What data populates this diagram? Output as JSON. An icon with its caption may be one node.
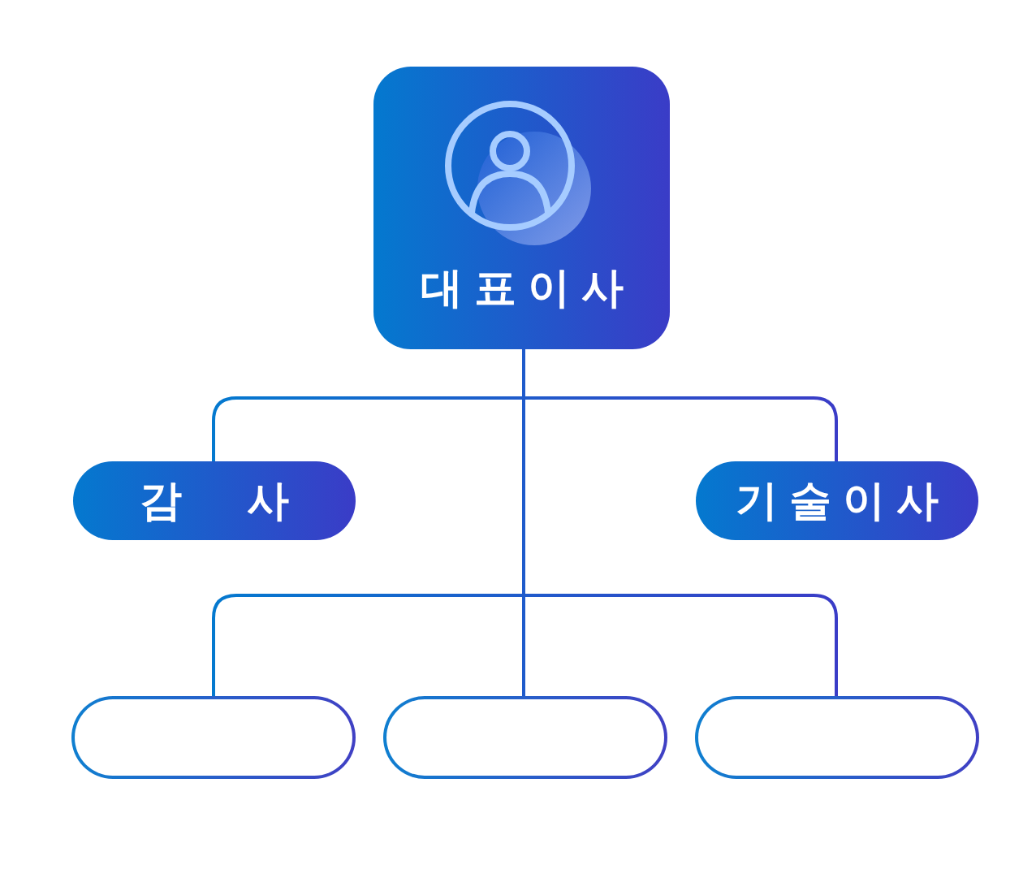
{
  "diagram": {
    "nodes": [
      {
        "text": [
          "대표이사"
        ]
      },
      {
        "text": [
          "감사"
        ]
      },
      {
        "text": [
          "기술이사"
        ]
      },
      {
        "text": [],
        "shape": "box"
      },
      {
        "text": [],
        "shape": "box"
      },
      {
        "text": [],
        "shape": "box"
      }
    ],
    "edges": [
      {
        "from": 0,
        "to": 1,
        "arrow": "none"
      },
      {
        "from": 0,
        "to": 2,
        "arrow": "none"
      },
      {
        "from": 0,
        "to": 3,
        "arrow": "none"
      },
      {
        "from": 0,
        "to": 4,
        "arrow": "none"
      },
      {
        "from": 0,
        "to": 5,
        "arrow": "none"
      }
    ]
  }
}
